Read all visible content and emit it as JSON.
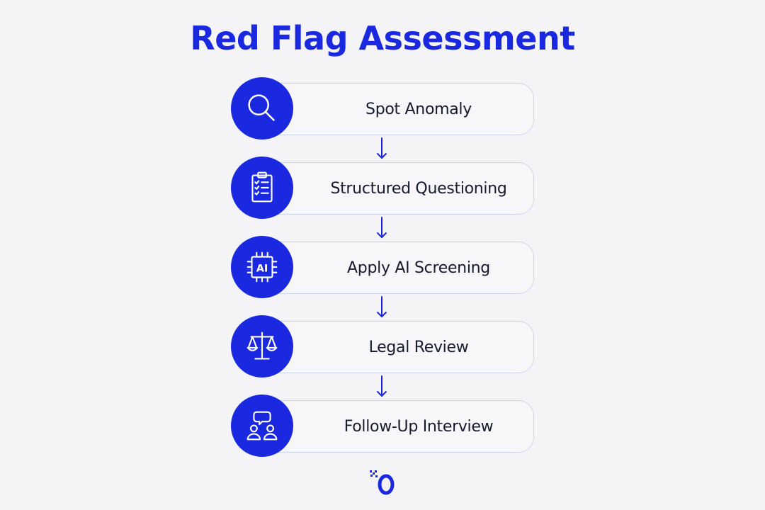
{
  "title": "Red Flag Assessment",
  "colors": {
    "accent": "#1a28e0",
    "card_border": "#cfd3ec",
    "background": "#f4f4f6",
    "label_text": "#161a2e"
  },
  "steps": [
    {
      "label": "Spot Anomaly",
      "icon": "magnifier-icon"
    },
    {
      "label": "Structured Questioning",
      "icon": "clipboard-checklist-icon"
    },
    {
      "label": "Apply AI Screening",
      "icon": "ai-chip-icon"
    },
    {
      "label": "Legal Review",
      "icon": "scales-icon"
    },
    {
      "label": "Follow-Up Interview",
      "icon": "people-chat-icon"
    }
  ],
  "chip_text": "AI",
  "logo": "brand-logo"
}
